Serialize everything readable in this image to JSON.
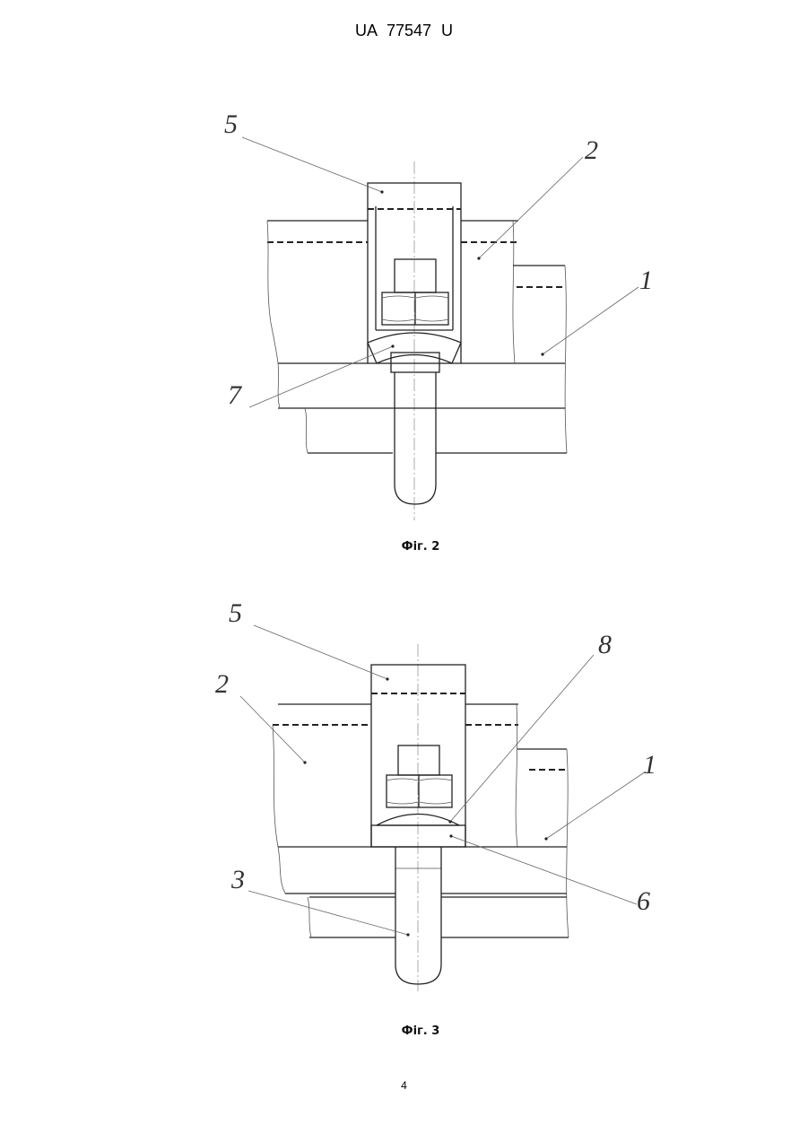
{
  "document": {
    "header": "UA 77547 U",
    "page_number": "4"
  },
  "figure2": {
    "caption": "Фіг. 2",
    "labels": {
      "l5": "5",
      "l2": "2",
      "l1": "1",
      "l7": "7"
    }
  },
  "figure3": {
    "caption": "Фіг. 3",
    "labels": {
      "l5": "5",
      "l8": "8",
      "l2": "2",
      "l1": "1",
      "l3": "3",
      "l6": "6"
    }
  }
}
